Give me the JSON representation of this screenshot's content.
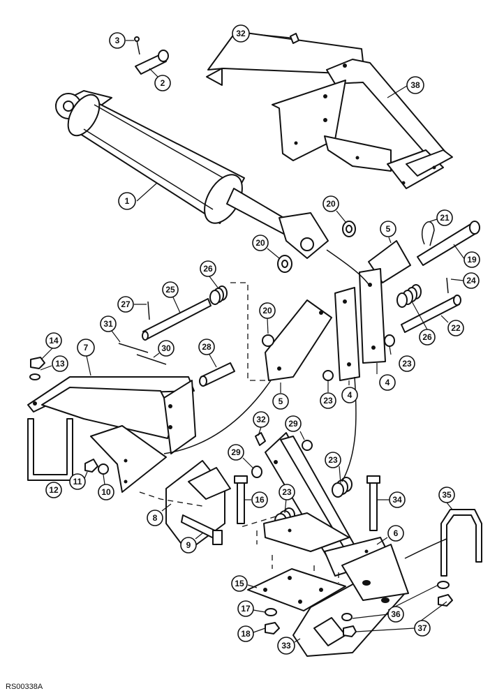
{
  "drawing_code": "RS00338A",
  "callouts": [
    "1",
    "2",
    "3",
    "4",
    "4",
    "5",
    "5",
    "6",
    "7",
    "8",
    "9",
    "10",
    "11",
    "12",
    "13",
    "14",
    "15",
    "16",
    "17",
    "18",
    "19",
    "20",
    "20",
    "20",
    "21",
    "22",
    "23",
    "23",
    "23",
    "23",
    "24",
    "25",
    "26",
    "26",
    "27",
    "28",
    "29",
    "29",
    "30",
    "31",
    "32",
    "32",
    "33",
    "34",
    "35",
    "36",
    "37",
    "38"
  ]
}
